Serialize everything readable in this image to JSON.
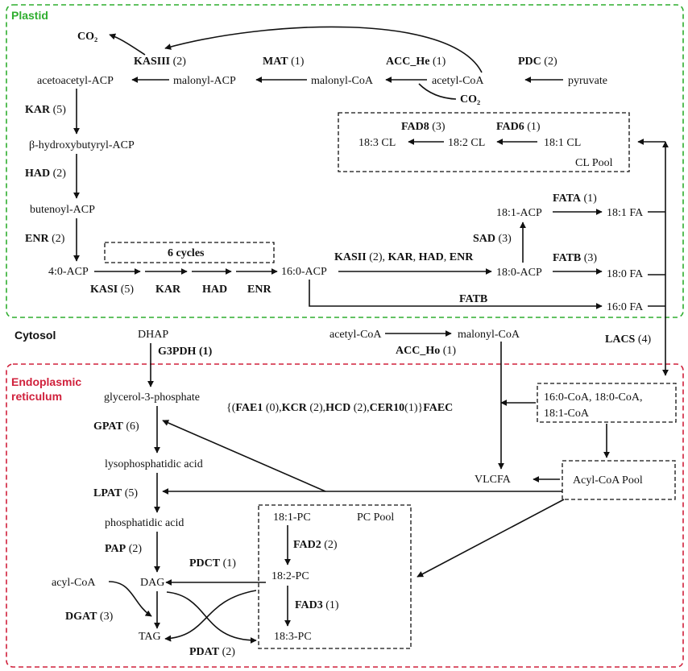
{
  "regions": {
    "plastid": "Plastid",
    "cytosol": "Cytosol",
    "er_line1": "Endoplasmic",
    "er_line2": "reticulum"
  },
  "metabolites": {
    "co2_top": "CO₂",
    "co2_bottom": "CO₂",
    "acetoacetyl_acp": "acetoacetyl-ACP",
    "malonyl_acp": "malonyl-ACP",
    "malonyl_coa_plastid": "malonyl-CoA",
    "acetyl_coa_plastid": "acetyl-CoA",
    "pyruvate": "pyruvate",
    "hydroxybutyryl_acp": "β-hydroxybutyryl-ACP",
    "butenoyl_acp": "butenoyl-ACP",
    "acp_4_0": "4:0-ACP",
    "acp_16_0": "16:0-ACP",
    "acp_18_0": "18:0-ACP",
    "acp_18_1": "18:1-ACP",
    "fa_18_1": "18:1 FA",
    "fa_18_0": "18:0 FA",
    "fa_16_0": "16:0 FA",
    "cl_18_3": "18:3 CL",
    "cl_18_2": "18:2 CL",
    "cl_18_1": "18:1 CL",
    "dhap": "DHAP",
    "acetyl_coa_cytosol": "acetyl-CoA",
    "malonyl_coa_cytosol": "malonyl-CoA",
    "glycerol_3_phosphate": "glycerol-3-phosphate",
    "lysophosphatidic_acid": "lysophosphatidic acid",
    "phosphatidic_acid": "phosphatidic acid",
    "acyl_coa": "acyl-CoA",
    "dag": "DAG",
    "tag": "TAG",
    "coa_line1": "16:0-CoA, 18:0-CoA,",
    "coa_line2": "18:1-CoA",
    "vlcfa": "VLCFA",
    "pc_18_1": "18:1-PC",
    "pc_18_2": "18:2-PC",
    "pc_18_3": "18:3-PC"
  },
  "pools": {
    "cl_pool": "CL Pool",
    "pc_pool": "PC Pool",
    "acyl_coa_pool": "Acyl-CoA Pool",
    "six_cycles": "6 cycles"
  },
  "enzymes": {
    "kasiii": {
      "name": "KASIII",
      "count": " (2)"
    },
    "mat": {
      "name": "MAT",
      "count": " (1)"
    },
    "acc_he": {
      "name": "ACC_He",
      "count": " (1)"
    },
    "pdc": {
      "name": "PDC",
      "count": " (2)"
    },
    "kar_main": {
      "name": "KAR",
      "count": " (5)"
    },
    "had_main": {
      "name": "HAD",
      "count": " (2)"
    },
    "enr_main": {
      "name": "ENR",
      "count": " (2)"
    },
    "fad8": {
      "name": "FAD8",
      "count": " (3)"
    },
    "fad6": {
      "name": "FAD6",
      "count": " (1)"
    },
    "fata": {
      "name": "FATA",
      "count": " (1)"
    },
    "sad": {
      "name": "SAD",
      "count": " (3)"
    },
    "fatb_18": {
      "name": "FATB",
      "count": " (3)"
    },
    "kasi": {
      "name": "KASI",
      "count": " (5)"
    },
    "kar_cycle": {
      "name": "KAR"
    },
    "had_cycle": {
      "name": "HAD"
    },
    "enr_cycle": {
      "name": "ENR"
    },
    "kasii_group": {
      "kasii": "KASII",
      "kasii_count": " (2), ",
      "kar": "KAR",
      "sep1": ", ",
      "had": "HAD",
      "sep2": ", ",
      "enr": "ENR"
    },
    "fatb_16": {
      "name": "FATB"
    },
    "g3pdh": {
      "name": "G3PDH (1)"
    },
    "acc_ho": {
      "name": "ACC_Ho",
      "count": " (1)"
    },
    "lacs": {
      "name": "LACS",
      "count": " (4)"
    },
    "gpat": {
      "name": "GPAT",
      "count": " (6)"
    },
    "lpat": {
      "name": "LPAT",
      "count": " (5)"
    },
    "pap": {
      "name": "PAP",
      "count": " (2)"
    },
    "pdct": {
      "name": "PDCT",
      "count": " (1)"
    },
    "dgat": {
      "name": "DGAT",
      "count": " (3)"
    },
    "pdat": {
      "name": "PDAT",
      "count": " (2)"
    },
    "fad2": {
      "name": "FAD2",
      "count": " (2)"
    },
    "fad3": {
      "name": "FAD3",
      "count": " (1)"
    },
    "faec": {
      "open": "{(",
      "fae1": "FAE1",
      "fae1_count": " (0),",
      "kcr": "KCR",
      "kcr_count": " (2),",
      "hcd": "HCD",
      "hcd_count": " (2),",
      "cer10": "CER10",
      "cer10_count": "(1)}",
      "faec": "FAEC"
    }
  },
  "colors": {
    "plastid": "#2fae2f",
    "er": "#d0213c",
    "ink": "#111111"
  }
}
